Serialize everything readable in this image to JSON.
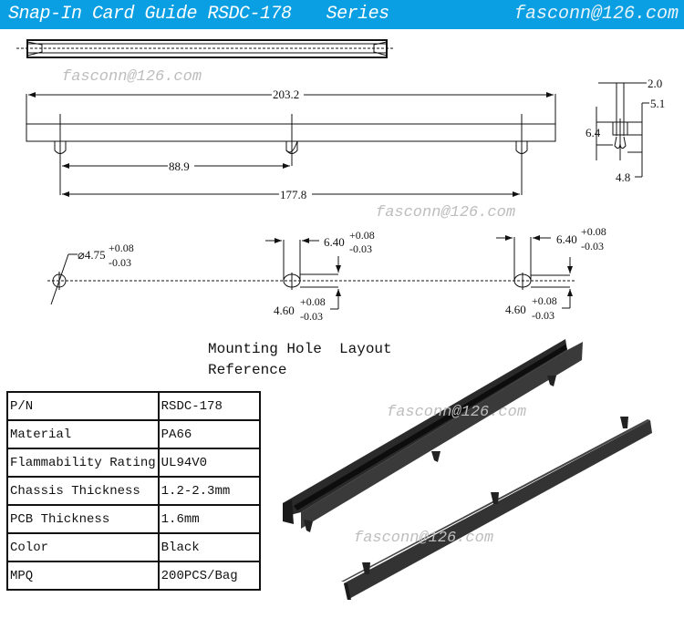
{
  "header": {
    "title": "Snap-In Card Guide RSDC-178",
    "series": "Series",
    "email": "fasconn@126.com",
    "bg_color": "#0a9fe3"
  },
  "watermark": "fasconn@126.com",
  "side_view": {
    "length_overall": "203.2",
    "pin_spacing": "88.9",
    "pin_span": "177.8"
  },
  "profile": {
    "slot_width": "2.0",
    "height_upper": "5.1",
    "body_height": "6.4",
    "pin_height": "4.8"
  },
  "holes": {
    "round_diameter": "⌀4.75",
    "slot1_length": "6.40",
    "slot2_length": "6.40",
    "slot1_width": "4.60",
    "slot2_width": "4.60",
    "tol_plus": "+0.08",
    "tol_minus": "-0.03"
  },
  "caption": {
    "line1": "Mounting Hole  Layout",
    "line2": "Reference"
  },
  "specs": [
    {
      "label": "P/N",
      "value": "RSDC-178"
    },
    {
      "label": "Material",
      "value": "PA66"
    },
    {
      "label": "Flammability Rating",
      "value": "UL94V0"
    },
    {
      "label": "Chassis Thickness",
      "value": "1.2-2.3mm"
    },
    {
      "label": "PCB Thickness",
      "value": "1.6mm"
    },
    {
      "label": "Color",
      "value": "Black"
    },
    {
      "label": "MPQ",
      "value": "200PCS/Bag"
    }
  ]
}
